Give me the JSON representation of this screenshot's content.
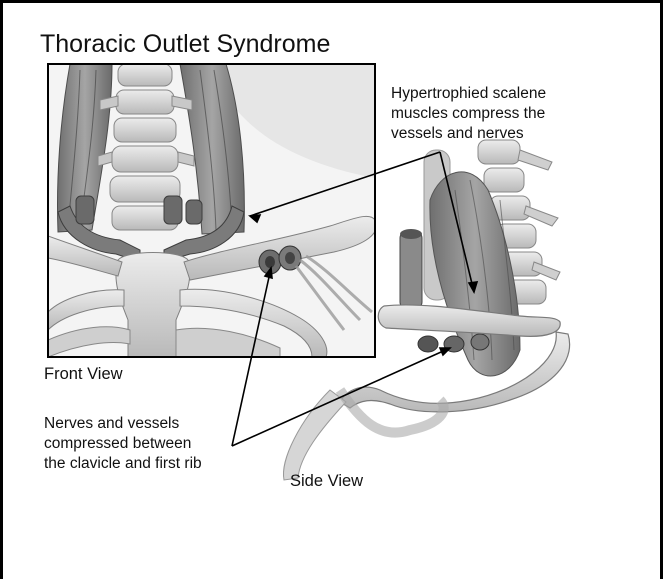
{
  "title": "Thoracic Outlet Syndrome",
  "labels": {
    "hypertrophied": "Hypertrophied scalene\nmuscles compress the\nvessels and nerves",
    "front_view": "Front View",
    "nerves_vessels": "Nerves and vessels\ncompressed between\nthe clavicle and first rib",
    "side_view": "Side View"
  },
  "colors": {
    "bone": "#d9d9d9",
    "muscle": "#8c8c8c",
    "vessel": "#6e6e6e",
    "line": "#000000"
  }
}
